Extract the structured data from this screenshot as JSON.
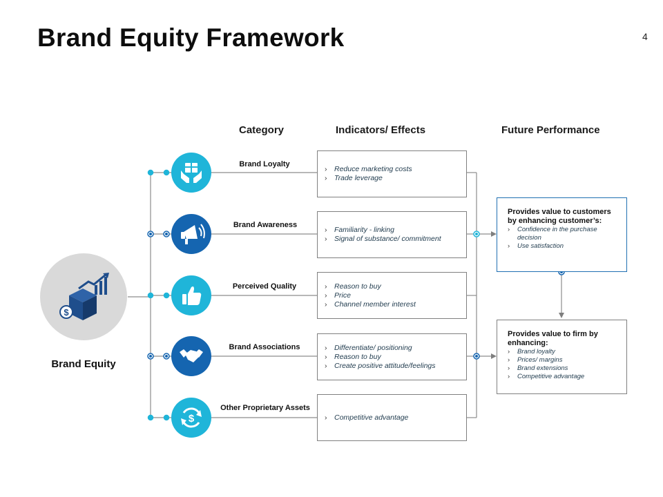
{
  "title": "Brand Equity Framework",
  "page_number": "4",
  "columns": {
    "category": "Category",
    "indicators": "Indicators/ Effects",
    "future": "Future Performance"
  },
  "colors": {
    "light_blue": "#1fb5d9",
    "dark_blue": "#1565b0",
    "gray_circle": "#d9d9d9",
    "icon_navy": "#1f4e8c"
  },
  "root": {
    "label": "Brand Equity",
    "icon": "box-growth-dollar-icon"
  },
  "rows": [
    {
      "category": "Brand Loyalty",
      "icon": "hands-gift-icon",
      "color": "light_blue",
      "indicators": [
        "Reduce marketing costs",
        "Trade leverage"
      ]
    },
    {
      "category": "Brand Awareness",
      "icon": "megaphone-icon",
      "color": "dark_blue",
      "indicators": [
        "Familiarity - linking",
        "Signal of substance/ commitment"
      ]
    },
    {
      "category": "Perceived Quality",
      "icon": "thumbs-up-icon",
      "color": "light_blue",
      "indicators": [
        "Reason to buy",
        "Price",
        "Channel member interest"
      ]
    },
    {
      "category": "Brand Associations",
      "icon": "handshake-icon",
      "color": "dark_blue",
      "indicators": [
        "Differentiate/ positioning",
        "Reason to buy",
        "Create positive attitude/feelings"
      ]
    },
    {
      "category": "Other Proprietary Assets",
      "icon": "dollar-cycle-icon",
      "color": "light_blue",
      "indicators": [
        "Competitive advantage"
      ]
    }
  ],
  "future": [
    {
      "heading": "Provides value to customers by enhancing customer’s:",
      "items": [
        "Confidence in the purchase decision",
        "Use satisfaction"
      ]
    },
    {
      "heading": "Provides value to firm by enhancing:",
      "items": [
        "Brand loyalty",
        "Prices/ margins",
        "Brand extensions",
        "Competitive advantage"
      ]
    }
  ]
}
